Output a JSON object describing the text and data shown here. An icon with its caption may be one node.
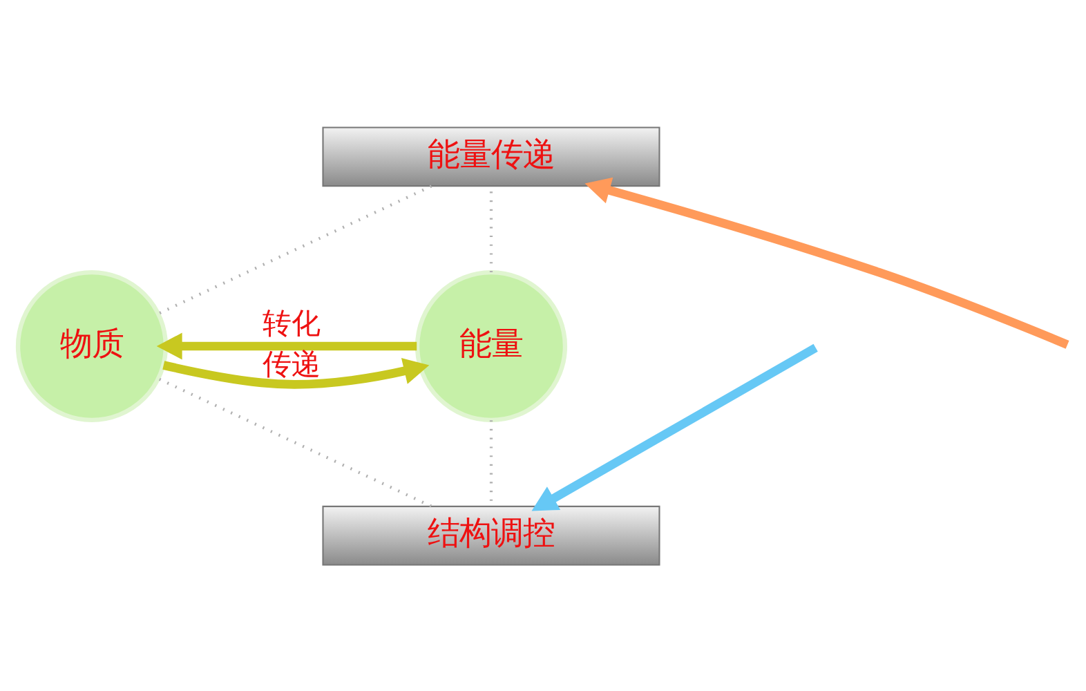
{
  "diagram": {
    "nodes": [
      {
        "text": [
          "能量传递"
        ]
      },
      {
        "text": [
          "能量"
        ]
      },
      {
        "text": [
          "物质"
        ]
      },
      {
        "text": [
          "结构调控"
        ]
      }
    ],
    "edges": [
      {
        "from": 1,
        "to": 0,
        "arrow": "none",
        "style": "dashed",
        "color": "#b0b0b0"
      },
      {
        "from": 0,
        "to": 2,
        "arrow": "none",
        "style": "dashed",
        "color": "#b0b0b0"
      },
      {
        "from": 1,
        "to": 3,
        "arrow": "none",
        "style": "dashed",
        "color": "#b0b0b0"
      },
      {
        "from": 3,
        "to": 2,
        "arrow": "none",
        "style": "dashed",
        "color": "#b0b0b0"
      },
      {
        "from": 1,
        "to": 2,
        "arrow": "to",
        "label": "转化",
        "style": "thick",
        "color": "#c8c820"
      },
      {
        "from": 2,
        "to": 1,
        "arrow": "to",
        "label": "传递",
        "style": "thick",
        "color": "#c8c820"
      },
      {
        "from": null,
        "to": 0,
        "arrow": "to",
        "style": "thick",
        "color": "#ff9a5a"
      },
      {
        "from": null,
        "to": 3,
        "arrow": "to",
        "style": "thick",
        "color": "#66c8f5"
      }
    ]
  }
}
